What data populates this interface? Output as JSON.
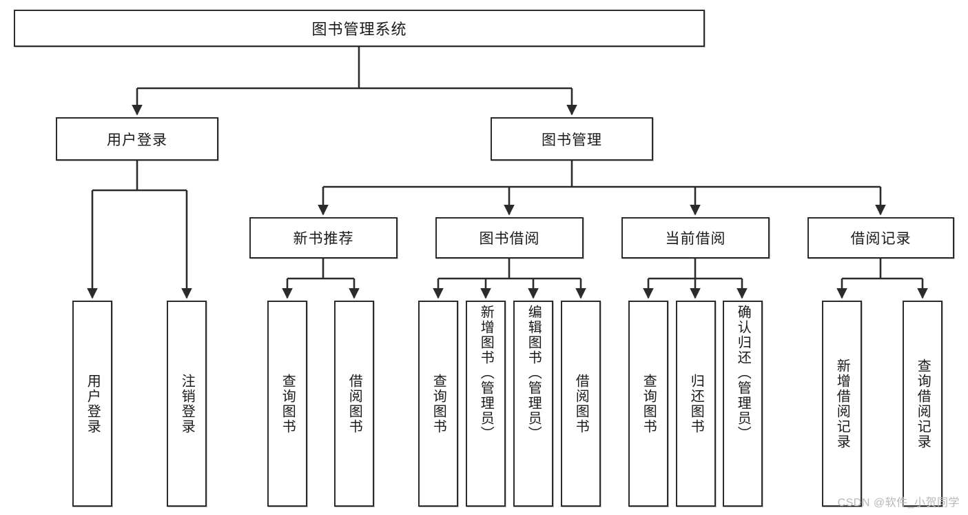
{
  "diagram": {
    "title": "图书管理系统",
    "type": "tree",
    "watermark": "CSDN @软件_小贺同学",
    "colors": {
      "border": "#2b2b2b",
      "background": "#ffffff",
      "text": "#1a1a1a",
      "connector": "#2b2b2b",
      "watermark": "#b9b9b9"
    }
  },
  "nodes": {
    "root": {
      "label": "图书管理系统"
    },
    "level2": [
      {
        "label": "用户登录"
      },
      {
        "label": "图书管理"
      }
    ],
    "level3": [
      {
        "label": "新书推荐"
      },
      {
        "label": "图书借阅"
      },
      {
        "label": "当前借阅"
      },
      {
        "label": "借阅记录"
      }
    ],
    "leaves": {
      "user_login": [
        {
          "label": "用户登录"
        },
        {
          "label": "注销登录"
        }
      ],
      "new_book_recommend": [
        {
          "label": "查询图书"
        },
        {
          "label": "借阅图书"
        }
      ],
      "book_borrow": [
        {
          "label": "查询图书"
        },
        {
          "label": "新增图书（管理员）"
        },
        {
          "label": "编辑图书（管理员）"
        },
        {
          "label": "借阅图书"
        }
      ],
      "current_borrow": [
        {
          "label": "查询图书"
        },
        {
          "label": "归还图书"
        },
        {
          "label": "确认归还（管理员）"
        }
      ],
      "borrow_records": [
        {
          "label": "新增借阅记录"
        },
        {
          "label": "查询借阅记录"
        }
      ]
    }
  }
}
